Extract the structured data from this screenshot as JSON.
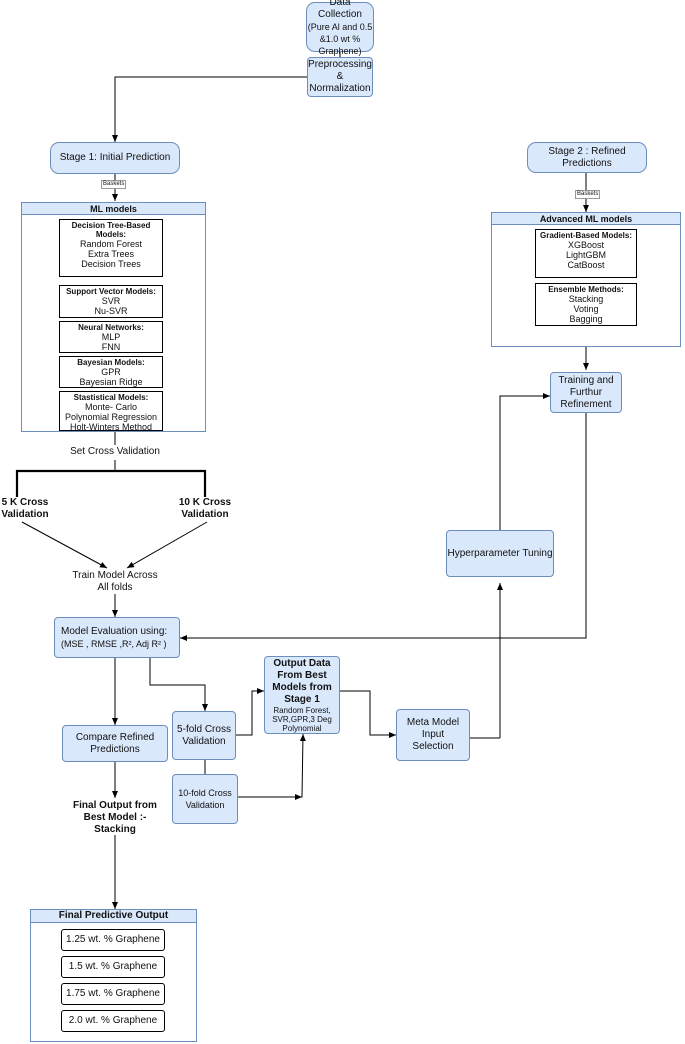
{
  "data_collection": {
    "line1": "Data Collection",
    "line2": "(Pure Al and 0.5",
    "line3": "&1.0 wt %",
    "line4": "Graphene)"
  },
  "preprocessing": {
    "line1": "Preprocessing",
    "line2": "&",
    "line3": "Normalization"
  },
  "stage1": {
    "label": "Stage 1: Initial Prediction",
    "tag": "Baskets"
  },
  "stage2": {
    "line1": "Stage 2 : Refined",
    "line2": "Predictions",
    "tag": "Baskets"
  },
  "ml_models": {
    "header": "ML models",
    "groups": [
      {
        "title": "Decision Tree-Based Models:",
        "items": [
          "Random Forest",
          "Extra Trees",
          "Decision Trees"
        ]
      },
      {
        "title": "Support Vector Models:",
        "items": [
          "SVR",
          "Nu-SVR"
        ]
      },
      {
        "title": "Neural Networks:",
        "items": [
          "MLP",
          "FNN"
        ]
      },
      {
        "title": "Bayesian Models:",
        "items": [
          "GPR",
          "Bayesian Ridge"
        ]
      },
      {
        "title": "Stastistical Models:",
        "items": [
          "Monte- Carlo",
          "Polynomial Regression",
          "Holt-Winters Method"
        ]
      }
    ]
  },
  "advanced_ml_models": {
    "header": "Advanced ML models",
    "groups": [
      {
        "title": "Gradient-Based Models:",
        "items": [
          "XGBoost",
          "LightGBM",
          "CatBoost"
        ]
      },
      {
        "title": "Ensemble Methods:",
        "items": [
          "Stacking",
          "Voting",
          "Bagging"
        ]
      }
    ]
  },
  "set_cv": "Set Cross Validation",
  "cv5k": {
    "line1": "5 K Cross",
    "line2": "Validation"
  },
  "cv10k": {
    "line1": "10 K Cross",
    "line2": "Validation"
  },
  "train_model": {
    "line1": "Train Model Across",
    "line2": "All folds"
  },
  "model_eval": {
    "line1": "Model Evaluation using:",
    "line2": "(MSE , RMSE ,R², Adj R² )"
  },
  "training_refinement": {
    "line1": "Training and",
    "line2": "Furthur",
    "line3": "Refinement"
  },
  "hyperparameter": "Hyperparameter Tuning",
  "output_data": {
    "l1": "Output Data",
    "l2": "From Best",
    "l3": "Models from",
    "l4": "Stage 1",
    "l5": "Random Forest,",
    "l6": "SVR,GPR,3 Deg",
    "l7": "Polynomial"
  },
  "meta_model": {
    "line1": "Meta Model",
    "line2": "Input",
    "line3": "Selection"
  },
  "compare_refined": {
    "line1": "Compare Refined",
    "line2": "Predictions"
  },
  "fold5": {
    "line1": "5-fold Cross",
    "line2": "Validation"
  },
  "fold10": {
    "line1": "10-fold Cross",
    "line2": "Validation"
  },
  "final_output_best": {
    "line1": "Final Output from",
    "line2": "Best Model :-",
    "line3": "Stacking"
  },
  "final_predictive": {
    "header": "Final Predictive Output",
    "items": [
      "1.25 wt. % Graphene",
      "1.5 wt. % Graphene",
      "1.75 wt. % Graphene",
      "2.0 wt. % Graphene"
    ]
  }
}
